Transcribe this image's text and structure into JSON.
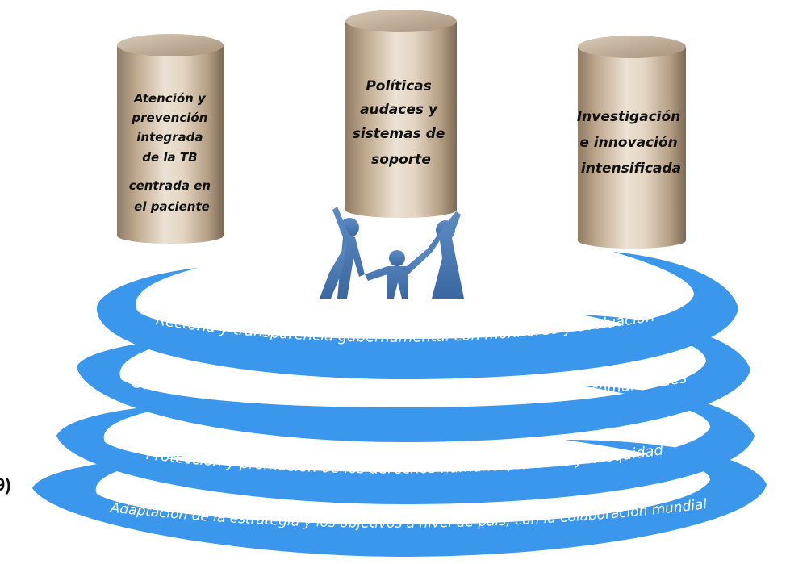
{
  "pillars": [
    {
      "lines": [
        "Atención y",
        "prevención",
        "integrada",
        "de la TB",
        "centrada en",
        "el paciente"
      ]
    },
    {
      "lines": [
        "Políticas",
        "audaces y",
        "sistemas de",
        "soporte"
      ]
    },
    {
      "lines": [
        "Investigación",
        "e innovación",
        "intensificada"
      ]
    }
  ],
  "bands": [
    "Rectoría y transparencia gubernamental con monitoreo y evaluación",
    "Construcción de una fuerte coalición con la sociedad civil y las comunidades",
    "Protección y promoción de los derechos humanos, la ética y la equidad",
    "Adaptación de la estrategia y los objetivos a nivel de país, con la colaboración mundial"
  ],
  "edge_fragment": "9)",
  "colors": {
    "band_blue": "#3a97ec",
    "band_blue_dark": "#1f7fd8",
    "pillar_light": "#ece2d3",
    "pillar_mid": "#c8b49e",
    "pillar_dark": "#8f7a65",
    "figure_blue": "#4a79b2"
  }
}
